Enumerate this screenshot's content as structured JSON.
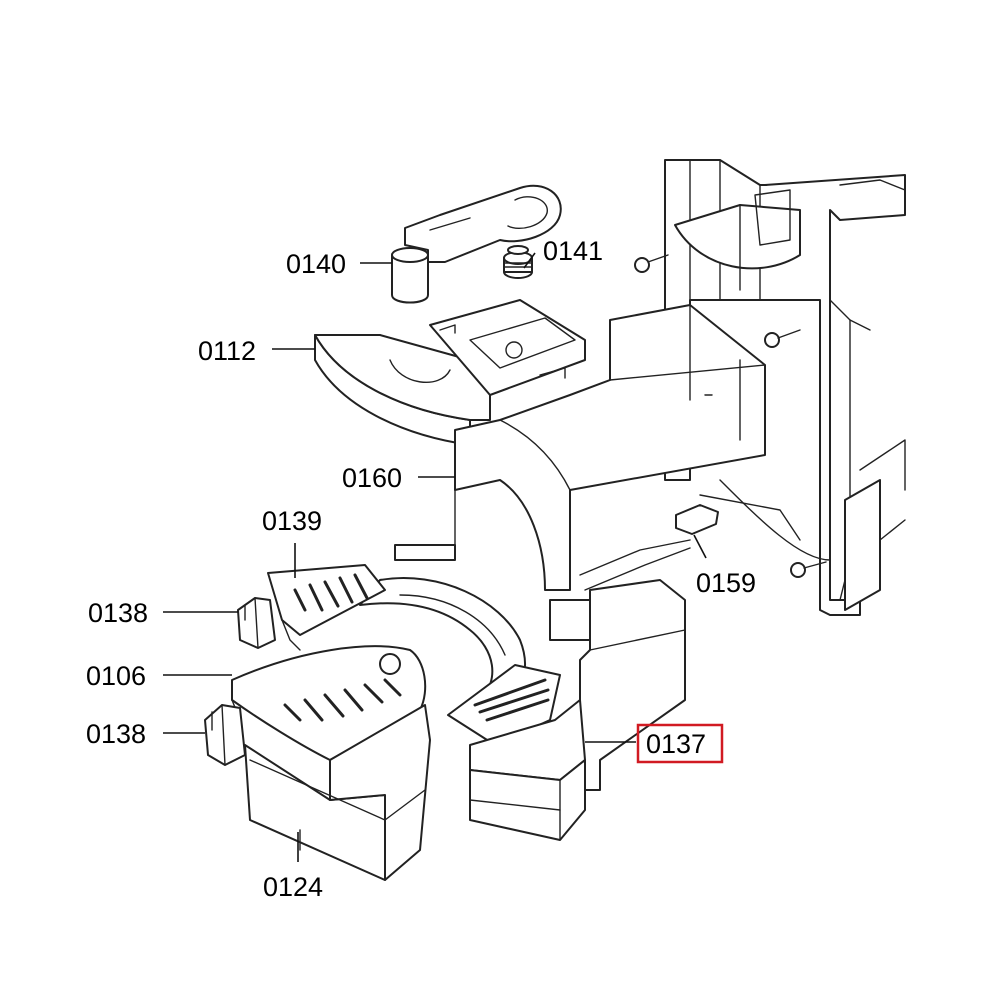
{
  "colors": {
    "highlight": "#d11a22",
    "line": "#222222",
    "background": "#ffffff"
  },
  "labels": {
    "l0140": "0140",
    "l0141": "0141",
    "l0112": "0112",
    "l0160": "0160",
    "l0139": "0139",
    "l0159": "0159",
    "l0138a": "0138",
    "l0106": "0106",
    "l0138b": "0138",
    "l0137": "0137",
    "l0124": "0124"
  },
  "highlighted_label": "0137"
}
